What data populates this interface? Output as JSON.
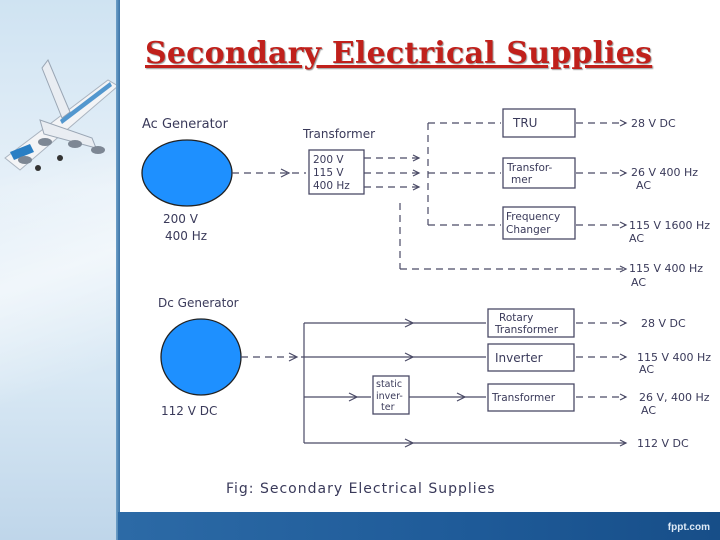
{
  "title": "Secondary Electrical Supplies",
  "footer_logo": "fppt.com",
  "colors": {
    "title": "#c0201b",
    "generator_fill": "#1e90ff",
    "footer": "#1e5a98"
  },
  "ac": {
    "label": "Ac Generator",
    "rating_line1": "200 V",
    "rating_line2": "400 Hz",
    "transformer_label": "Transformer",
    "transformer_line1": "200 V",
    "transformer_line2": "115 V",
    "transformer_line3": "400 Hz",
    "tru": "TRU",
    "transformer2_line1": "Transfor-",
    "transformer2_line2": "mer",
    "freq_line1": "Frequency",
    "freq_line2": "Changer",
    "out1": "28 V DC",
    "out2_line1": "26 V 400 Hz",
    "out2_line2": "AC",
    "out3_line1": "115 V 1600 Hz",
    "out3_line2": "AC",
    "out4_line1": "115 V 400 Hz",
    "out4_line2": "AC"
  },
  "dc": {
    "label": "Dc Generator",
    "rating": "112 V DC",
    "rotary_line1": "Rotary",
    "rotary_line2": "Transformer",
    "inverter": "Inverter",
    "static_line1": "static",
    "static_line2": "inver-",
    "static_line3": "ter",
    "transformer": "Transformer",
    "out1": "28 V DC",
    "out2_line1": "115 V 400 Hz",
    "out2_line2": "AC",
    "out3_line1": "26 V, 400 Hz",
    "out3_line2": "AC",
    "out4": "112 V DC"
  },
  "caption": "Fig: Secondary Electrical Supplies"
}
